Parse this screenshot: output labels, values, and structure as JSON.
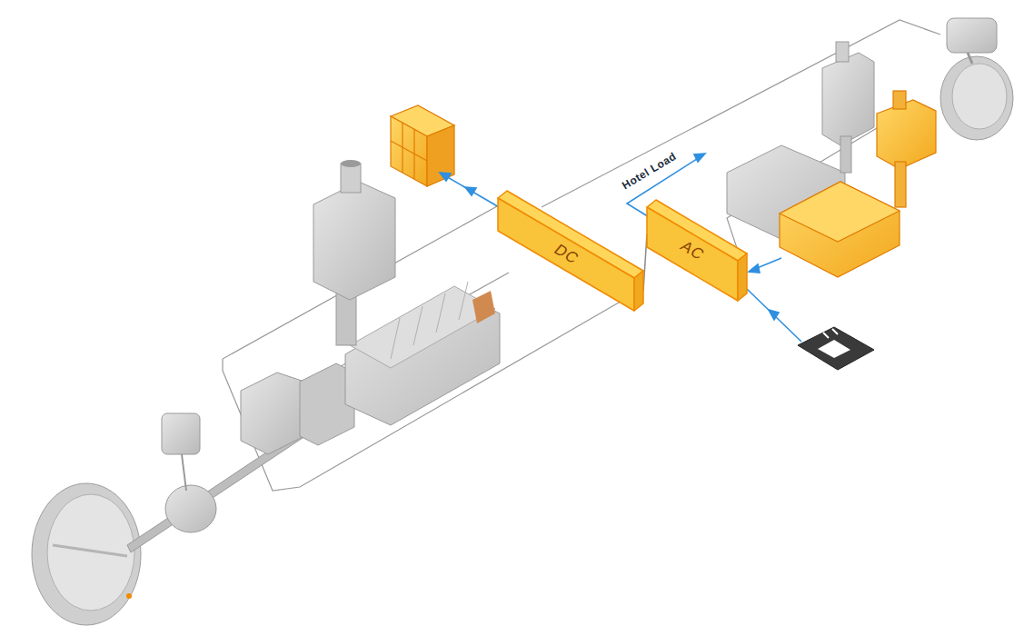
{
  "diagram": {
    "nodes": [
      {
        "text": [
          "DC"
        ]
      },
      {
        "text": [
          "AC"
        ]
      }
    ],
    "edges": [
      {
        "from": 0,
        "to": 1,
        "arrow": "none"
      }
    ],
    "labels": [
      "Hotel Load"
    ]
  }
}
